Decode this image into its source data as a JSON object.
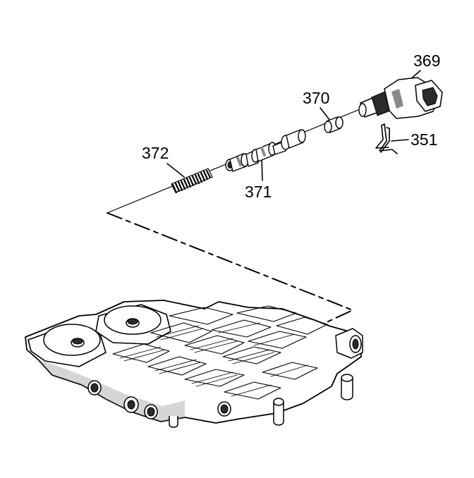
{
  "callouts": {
    "c369": "369",
    "c370": "370",
    "c351": "351",
    "c372": "372",
    "c371": "371"
  },
  "colors": {
    "ink": "#000000",
    "background": "#ffffff",
    "shading": "#8a8a8a"
  }
}
